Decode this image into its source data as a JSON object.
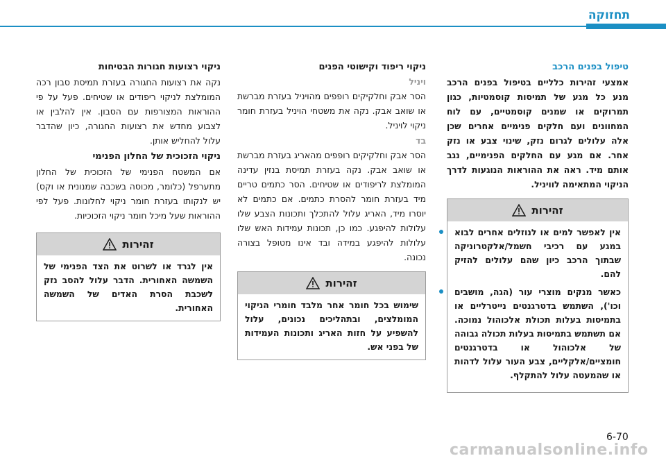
{
  "header": {
    "title": "תחזוקה"
  },
  "page_number": "6-70",
  "watermark": "carmanualsonline.info",
  "right_column": {
    "title": "טיפול בפנים הרכב",
    "paragraph": "אמצעי זהירות כלליים בטיפול בפנים הרכב מנע כל מגע של תמיסות קוסמטיות, כגון תמרוקים או שמנים קוסמטיים, עם לוח המחוונים ועם חלקים פנימיים אחרים שכן אלה עלולים לגרום נזק, שינוי צבע או נזק אחר. אם מגע עם החלקים הפנימיים, נגב אותם מיד. ראה את ההוראות הנוגעות לדרך הניקוי המתאימה לוויניל.",
    "warning": {
      "label": "זהירות",
      "items": [
        "אין לאפשר למים או לנוזלים אחרים לבוא במגע עם רכיבי חשמל/אלקטרוניקה שבתוך הרכב כיון שהם עלולים להזיק להם.",
        "כאשר מנקים מוצרי עור (הגה, מושבים וכו'), השתמש בדטרגנטים נייטרליים או בתמיסות בעלות תכולת אלכוהול נמוכה. אם תשתמש בתמיסות בעלות תכולה גבוהה של אלכוהול או בדטרגנטים חומציים/אלקליים, צבע העור עלול לדהות או שהמעטה עלול להתקלף."
      ]
    }
  },
  "middle_column": {
    "title": "ניקוי ריפוד וקישוטי הפנים",
    "vinyl": {
      "title": "ויניל",
      "text": "הסר אבק וחלקיקים רופפים מהויניל בעזרת מברשת או שואב אבק. נקה את משטחי הויניל בעזרת חומר ניקוי לויניל."
    },
    "fabric": {
      "title": "בד",
      "text": "הסר אבק וחלקיקים רופפים מהאריג בעזרת מברשת או שואב אבק. נקה בעזרת תמיסת בנזין עדינה המומלצת לריפודים או שטיחים. הסר כתמים טריים מיד בעזרת חומר להסרת כתמים. אם כתמים לא יוסרו מיד, האריג עלול להתכלך ותכונות הצבע שלו עלולות להיפגע. כמו כן, תכונות עמידות האש שלו עלולות להיפגע במידה ובד אינו מטופל בצורה נכונה."
    },
    "warning": {
      "label": "זהירות",
      "text": "שימוש בכל חומר אחר מלבד חומרי הניקוי המומלצים, ובתהליכים נכונים, עלול להשפיע על חזות האריג ותכונות העמידות של בפני אש."
    }
  },
  "left_column": {
    "title": "ניקוי רצועות חגורות הבטיחות",
    "p1": "נקה את רצועות החגורה בעזרת תמיסת סבון רכה המומלצת לניקוי ריפודים או שטיחים. פעל על פי ההוראות המצורפות עם הסבון. אין להלבין או לצבוע מחדש את רצועות החגורה, כיון שהדבר עלול להחליש אותן.",
    "glass_title": "ניקוי הזכוכית של החלון הפנימי",
    "p2": "אם המשטח הפנימי של הזכוכית של החלון מתערפל (כלומר, מכוסה בשכבה שמנונית או וקס) יש לנקותו בעזרת חומר ניקוי לחלונות. פעל לפי ההוראות שעל מיכל חומר ניקוי הזכוכיות.",
    "warning": {
      "label": "זהירות",
      "text": "אין לגרד או לשרוט את הצד הפנימי של השמשה האחורית. הדבר עלול להסב נזק לשכבת הסרת האדים של השמשה האחורית."
    }
  },
  "colors": {
    "accent": "#1b8fc4",
    "warning_header": "#d4d4d4"
  },
  "icons": {
    "warning": "warning-triangle-icon"
  }
}
